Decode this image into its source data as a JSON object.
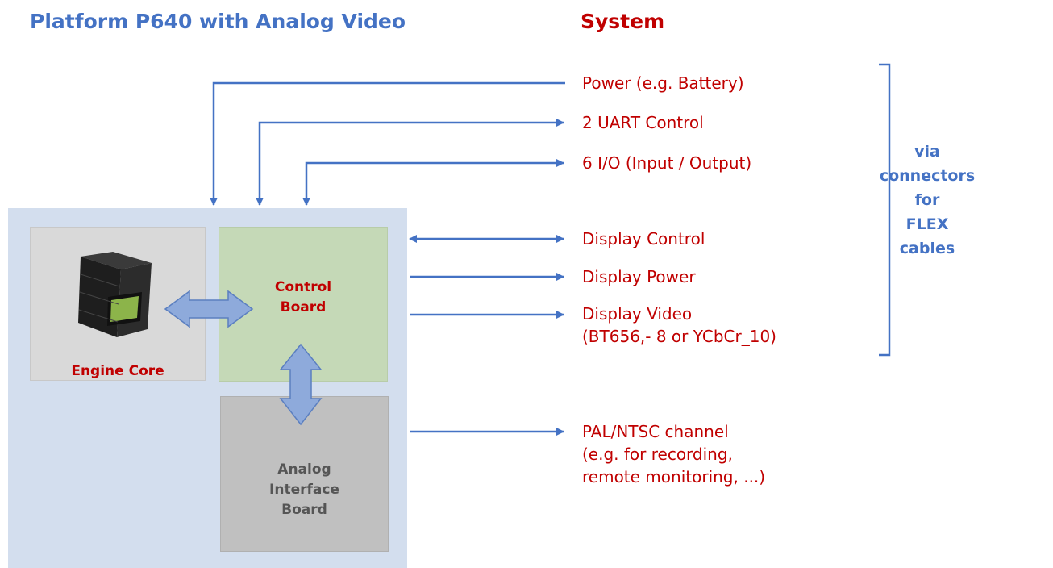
{
  "title_left": "Platform P640 with Analog Video",
  "title_right": "System",
  "blocks": {
    "engine_core": "Engine Core",
    "control_board": [
      "Control",
      "Board"
    ],
    "analog_interface_board": [
      "Analog",
      "Interface",
      "Board"
    ]
  },
  "signals": {
    "power": "Power (e.g. Battery)",
    "uart": "2 UART Control",
    "io": "6 I/O (Input / Output)",
    "display_control": "Display Control",
    "display_power": "Display Power",
    "display_video": [
      "Display Video",
      "(BT656,- 8 or  YCbCr_10)"
    ],
    "pal_ntsc": [
      "PAL/NTSC channel",
      "(e.g. for recording,",
      "remote monitoring, ...)"
    ]
  },
  "bracket_label": [
    "via",
    "connectors",
    "for",
    "FLEX",
    "cables"
  ],
  "colors": {
    "title_blue": "#4472c4",
    "system_red": "#c00000",
    "arrow_blue": "#4472c4",
    "block_arrow_fill": "#8eaadb",
    "platform_bg": "#d3deee",
    "engine_bg": "#d9d9d9",
    "control_bg": "#c5d9b7",
    "analog_bg": "#c0c0c0"
  },
  "icons": {
    "camera": "thermal-camera-core-icon"
  }
}
